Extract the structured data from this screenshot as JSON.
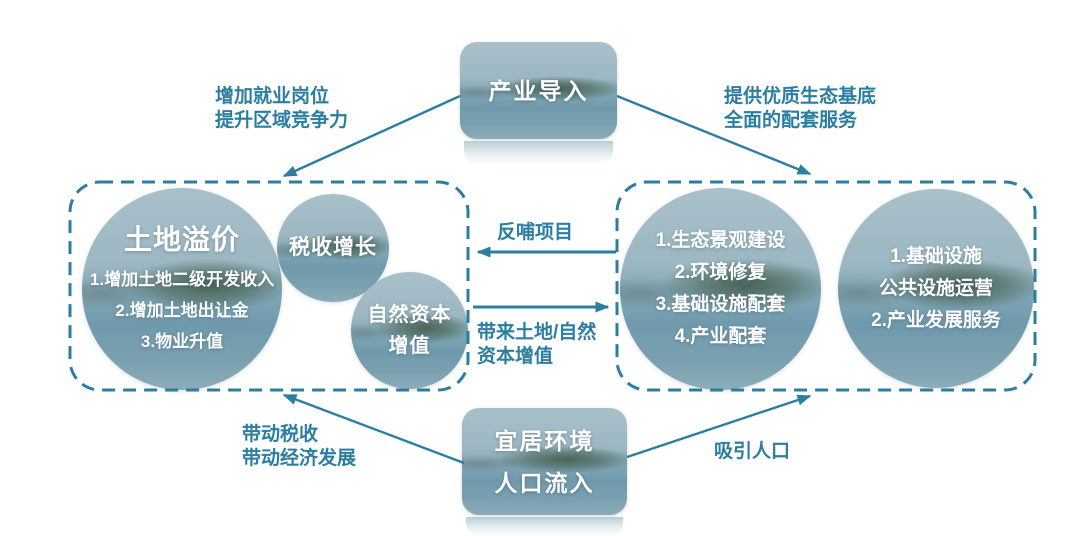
{
  "colors": {
    "accent_teal": "#2B7EA1",
    "node_text": "#FFFFFF",
    "photo_sky": "#A9C0CA",
    "photo_water": "#6F9AAC",
    "photo_island": "#3A523E"
  },
  "nodes": {
    "industry": {
      "label": "产业导入"
    },
    "livable": {
      "line1": "宜居环境",
      "line2": "人口流入"
    }
  },
  "left_panel": {
    "land_circle": {
      "title": "土地溢价",
      "items": [
        "1.增加土地二级开发收入",
        "2.增加土地出让金",
        "3.物业升值"
      ]
    },
    "tax_circle": {
      "label": "税收增长"
    },
    "natural_capital_circle": {
      "line1": "自然资本",
      "line2": "增值"
    }
  },
  "right_panel": {
    "eco_circle": {
      "items": [
        "1.生态景观建设",
        "2.环境修复",
        "3.基础设施配套",
        "4.产业配套"
      ]
    },
    "infra_circle": {
      "items": [
        "1.基础设施",
        "公共设施运营",
        "2.产业发展服务"
      ]
    }
  },
  "arrow_labels": {
    "industry_to_left": {
      "line1": "增加就业岗位",
      "line2": "提升区域竞争力"
    },
    "industry_to_right": {
      "line1": "提供优质生态基底",
      "line2": "全面的配套服务"
    },
    "right_to_left": {
      "label": "反哺项目"
    },
    "left_to_right": {
      "line1": "带来土地/自然",
      "line2": "资本增值"
    },
    "livable_to_left": {
      "line1": "带动税收",
      "line2": "带动经济发展"
    },
    "livable_to_right": {
      "label": "吸引人口"
    }
  }
}
